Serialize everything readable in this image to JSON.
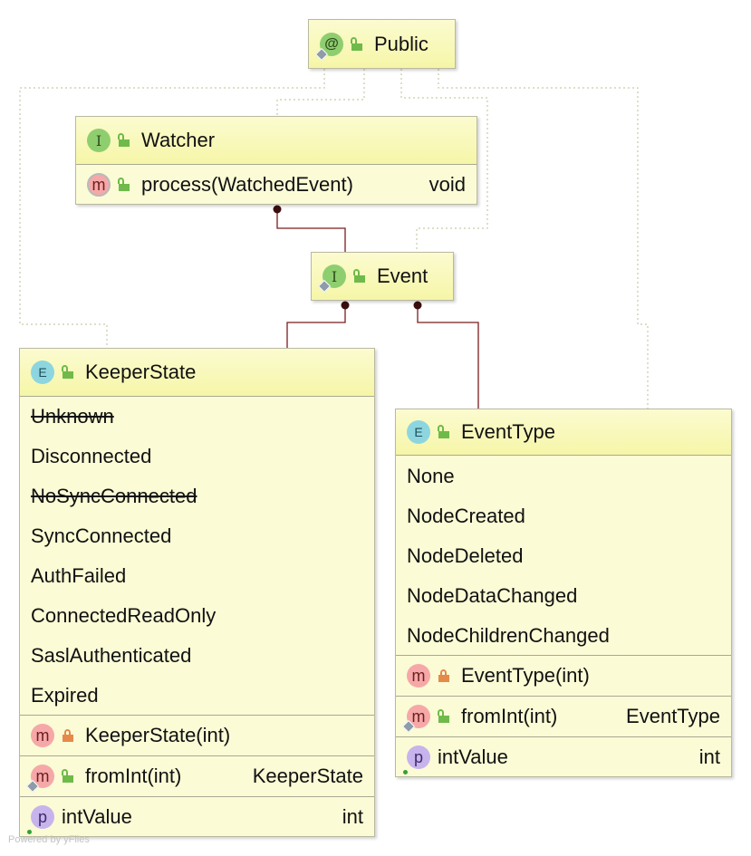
{
  "diagram": {
    "public": {
      "title": "Public"
    },
    "watcher": {
      "title": "Watcher",
      "methods": [
        {
          "name": "process(WatchedEvent)",
          "type": "void"
        }
      ]
    },
    "event": {
      "title": "Event"
    },
    "keeper_state": {
      "title": "KeeperState",
      "constants": [
        {
          "name": "Unknown",
          "deprecated": true
        },
        {
          "name": "Disconnected",
          "deprecated": false
        },
        {
          "name": "NoSyncConnected",
          "deprecated": true
        },
        {
          "name": "SyncConnected",
          "deprecated": false
        },
        {
          "name": "AuthFailed",
          "deprecated": false
        },
        {
          "name": "ConnectedReadOnly",
          "deprecated": false
        },
        {
          "name": "SaslAuthenticated",
          "deprecated": false
        },
        {
          "name": "Expired",
          "deprecated": false
        }
      ],
      "constructor": "KeeperState(int)",
      "static_method": {
        "name": "fromInt(int)",
        "type": "KeeperState"
      },
      "property": {
        "name": "intValue",
        "type": "int"
      }
    },
    "event_type": {
      "title": "EventType",
      "constants": [
        {
          "name": "None"
        },
        {
          "name": "NodeCreated"
        },
        {
          "name": "NodeDeleted"
        },
        {
          "name": "NodeDataChanged"
        },
        {
          "name": "NodeChildrenChanged"
        }
      ],
      "constructor": "EventType(int)",
      "static_method": {
        "name": "fromInt(int)",
        "type": "EventType"
      },
      "property": {
        "name": "intValue",
        "type": "int"
      }
    },
    "badges": {
      "annotation": "@",
      "interface": "I",
      "enum": "E",
      "method": "m",
      "property": "p"
    },
    "icons": {
      "annotation": "annotation-icon",
      "interface": "interface-icon",
      "enum": "enum-icon",
      "method": "method-icon",
      "property": "property-icon",
      "public": "unlocked-icon",
      "private": "locked-icon"
    },
    "colors": {
      "node_fill": "#fbfbd6",
      "header_fill": "#f6f6a8",
      "inner_edge": "#7b1c1c",
      "dotted_edge": "#c9c9a8"
    },
    "footer": "Powered by yFiles"
  }
}
